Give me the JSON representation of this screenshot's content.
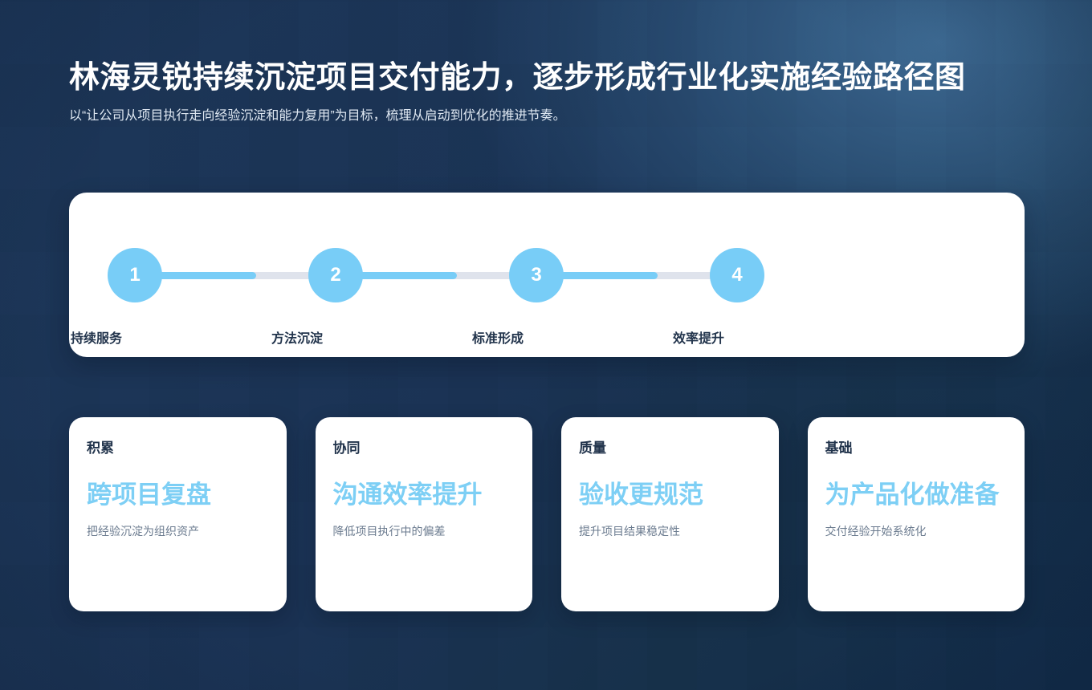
{
  "header": {
    "title": "林海灵锐持续沉淀项目交付能力，逐步形成行业化实施经验路径图",
    "subtitle": "以“让公司从项目执行走向经验沉淀和能力复用”为目标，梳理从启动到优化的推进节奏。"
  },
  "timeline": {
    "steps": [
      {
        "number": "1",
        "label": "持续服务"
      },
      {
        "number": "2",
        "label": "方法沉淀"
      },
      {
        "number": "3",
        "label": "标准形成"
      },
      {
        "number": "4",
        "label": "效率提升"
      }
    ],
    "connector_fill_percent": 63
  },
  "cards": [
    {
      "label": "积累",
      "title": "跨项目复盘",
      "desc": "把经验沉淀为组织资产"
    },
    {
      "label": "协同",
      "title": "沟通效率提升",
      "desc": "降低项目执行中的偏差"
    },
    {
      "label": "质量",
      "title": "验收更规范",
      "desc": "提升项目结果稳定性"
    },
    {
      "label": "基础",
      "title": "为产品化做准备",
      "desc": "交付经验开始系统化"
    }
  ],
  "colors": {
    "accent": "#78cdf7",
    "card_title": "#7dcff5",
    "connector_track": "#dfe3ec",
    "heading_dark": "#22344c",
    "desc_gray": "#6b7b8f",
    "panel": "#ffffff",
    "bg_dark": "#14304f",
    "bg_light": "#2f5578"
  }
}
